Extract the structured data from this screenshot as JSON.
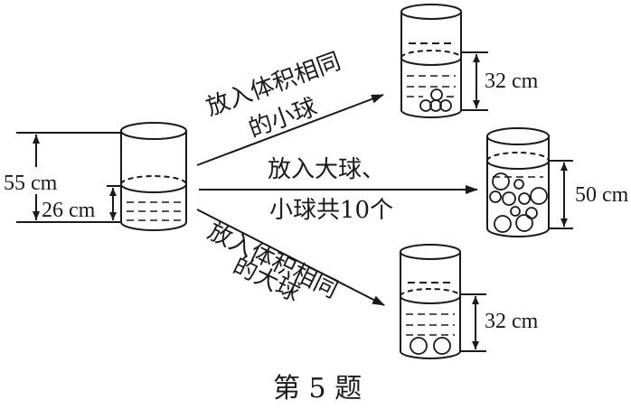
{
  "left_cylinder": {
    "total_height_label": "55 cm",
    "water_height_label": "26 cm"
  },
  "arrow_top": {
    "label_line1": "放入体积相同",
    "label_line2": "的小球"
  },
  "arrow_middle": {
    "label_line1": "放入大球、",
    "label_line2": "小球共10个"
  },
  "arrow_bottom": {
    "label_line1": "放入体积相同",
    "label_line2": "的大球"
  },
  "cylinder_small_balls": {
    "water_height_label": "32 cm"
  },
  "cylinder_mixed_balls": {
    "water_height_label": "50 cm"
  },
  "cylinder_large_balls": {
    "water_height_label": "32 cm"
  },
  "caption": "第 5 题"
}
